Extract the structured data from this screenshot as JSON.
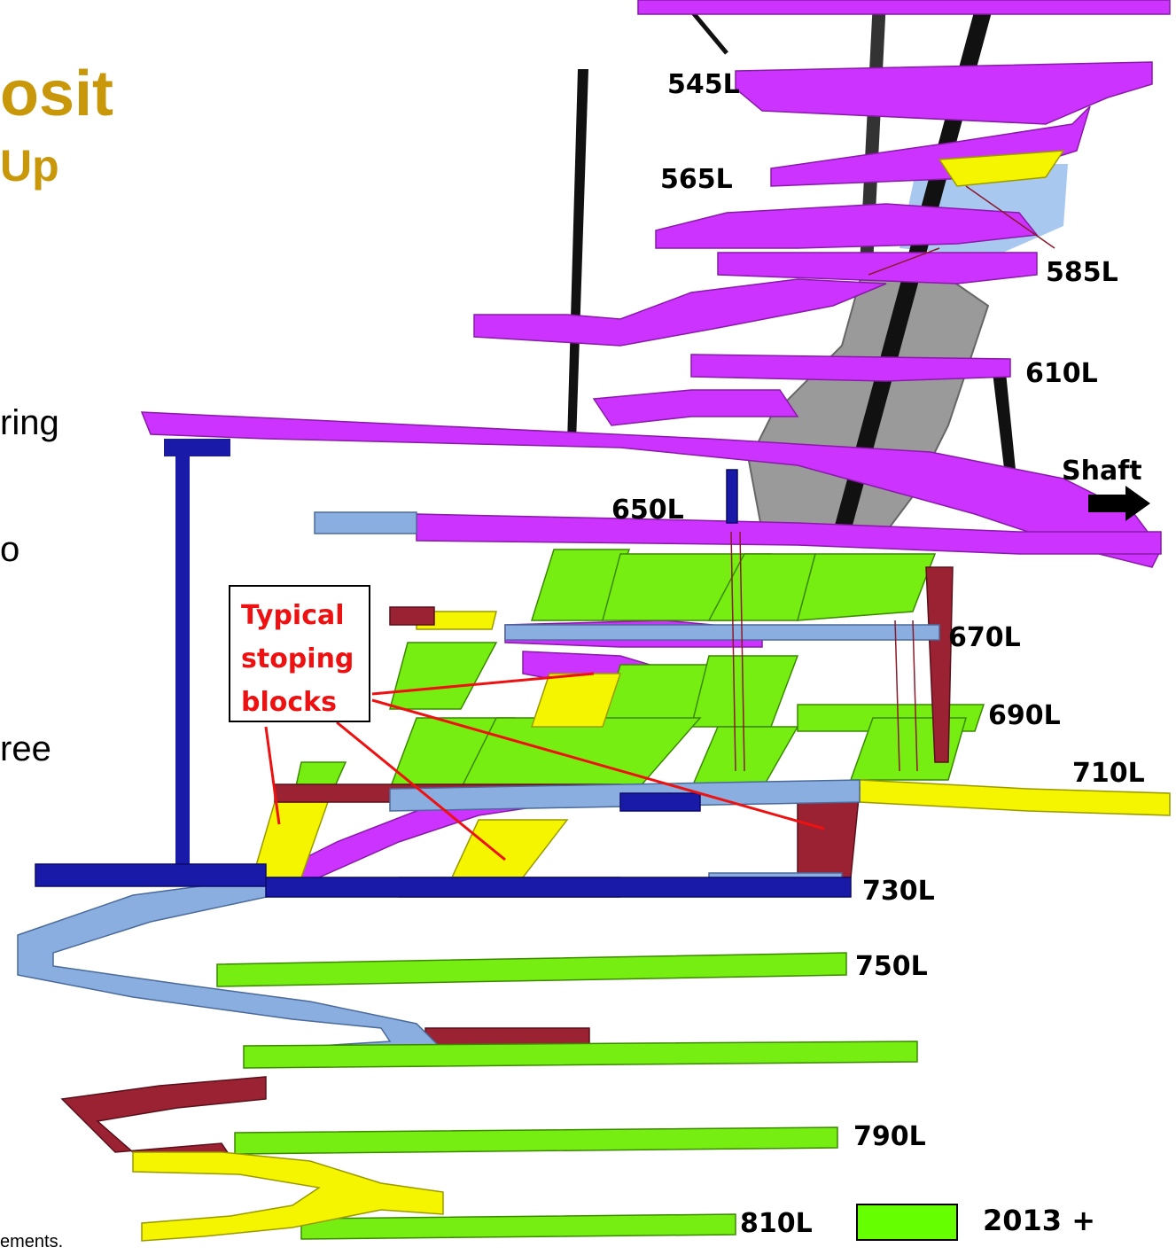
{
  "slide": {
    "title_fragment": "osit",
    "subtitle_fragment": "Up",
    "body_fragments": [
      "ring",
      "o",
      "ree"
    ],
    "footnote_fragment": "ements."
  },
  "diagram": {
    "levels": [
      "545L",
      "565L",
      "585L",
      "610L",
      "650L",
      "670L",
      "690L",
      "710L",
      "730L",
      "750L",
      "790L",
      "810L"
    ],
    "shaft_label": "Shaft",
    "callout_lines": [
      "Typical",
      "stoping",
      "blocks"
    ],
    "legend": {
      "label": "2013 +",
      "color": "#66ff00"
    },
    "colors": {
      "magenta_development": "#cc33ff",
      "green_2013": "#66ff00",
      "yellow": "#eeee00",
      "maroon": "#992233",
      "light_blue": "#88aadd",
      "dark_blue": "#1111aa",
      "grey_orebody": "#999999",
      "callout_text": "#ee1111",
      "title_gold": "#c9980a"
    }
  }
}
